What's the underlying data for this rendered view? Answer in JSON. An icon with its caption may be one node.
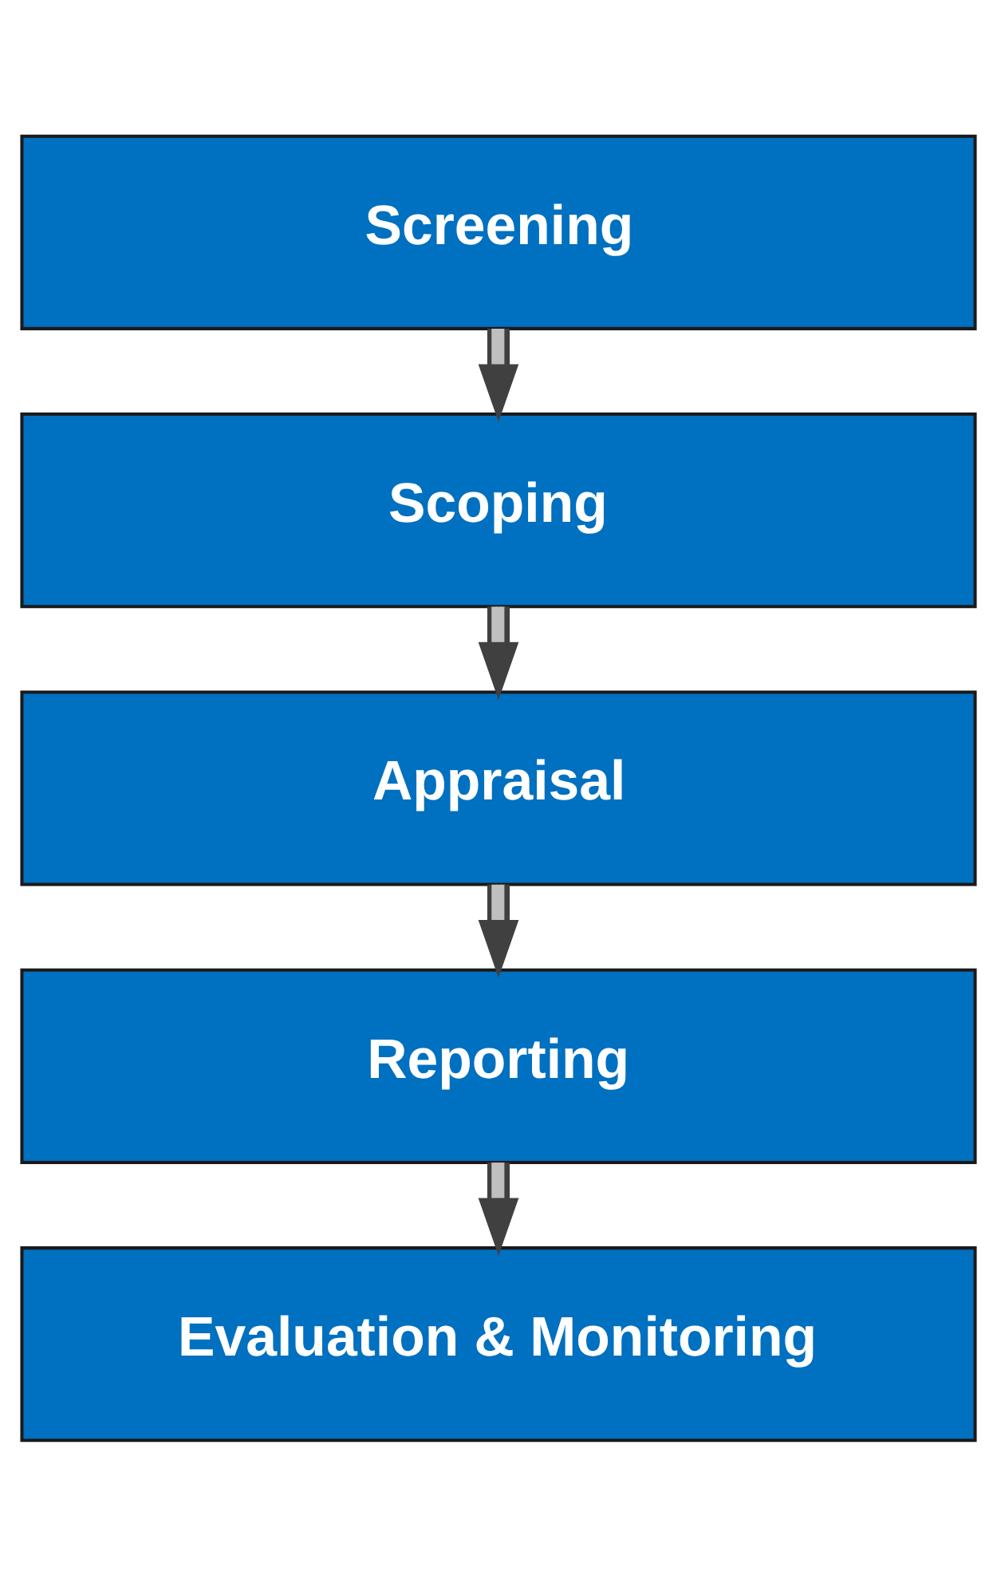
{
  "diagram": {
    "nodes": [
      {
        "text": [
          "Screening"
        ]
      },
      {
        "text": [
          "Scoping"
        ]
      },
      {
        "text": [
          "Appraisal"
        ]
      },
      {
        "text": [
          "Reporting"
        ]
      },
      {
        "text": [
          "Evaluation & Monitoring"
        ]
      }
    ],
    "edges": [
      {
        "from": 0,
        "to": 1,
        "arrow": "to"
      },
      {
        "from": 1,
        "to": 2,
        "arrow": "to"
      },
      {
        "from": 2,
        "to": 3,
        "arrow": "to"
      },
      {
        "from": 3,
        "to": 4,
        "arrow": "to"
      }
    ]
  }
}
